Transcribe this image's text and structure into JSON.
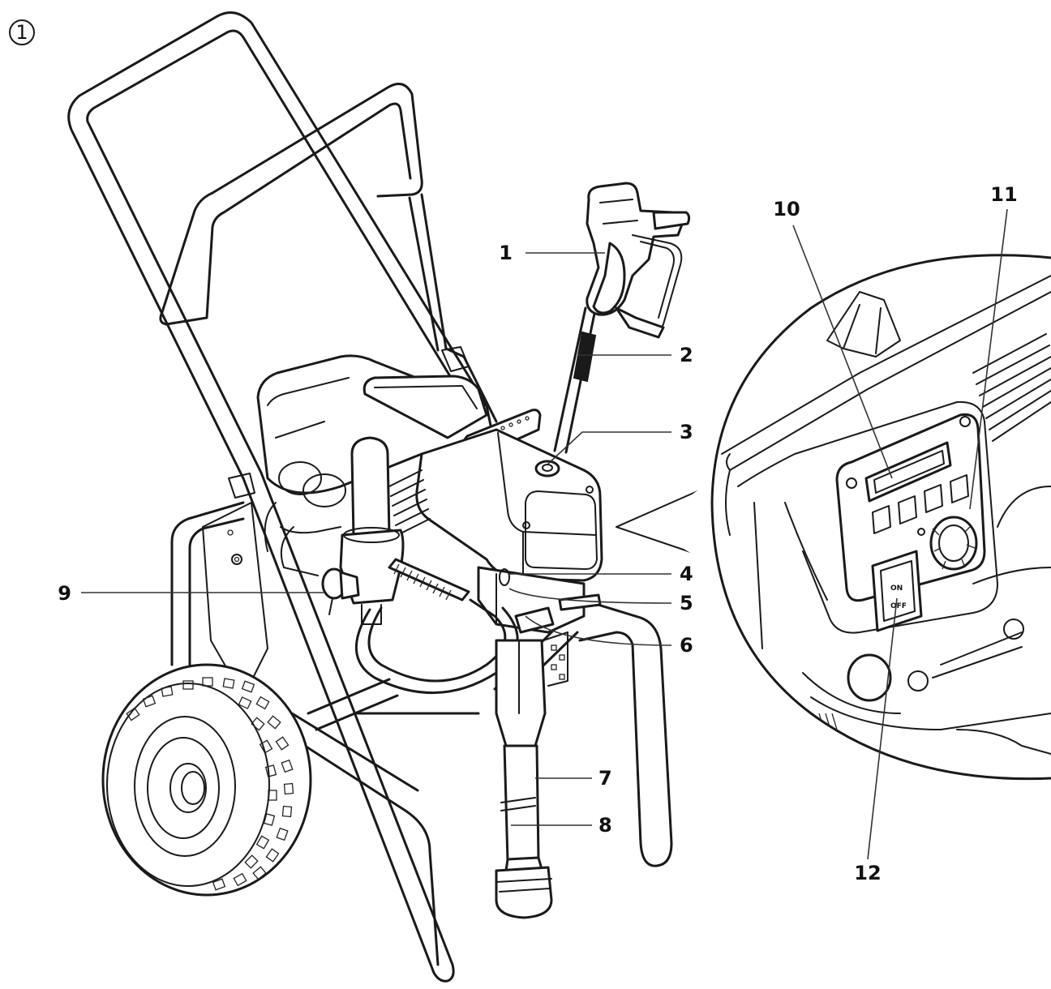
{
  "figure": {
    "number": "1"
  },
  "callouts": [
    {
      "label": "1"
    },
    {
      "label": "2"
    },
    {
      "label": "3"
    },
    {
      "label": "4"
    },
    {
      "label": "5"
    },
    {
      "label": "6"
    },
    {
      "label": "7"
    },
    {
      "label": "8"
    },
    {
      "label": "9"
    },
    {
      "label": "10"
    },
    {
      "label": "11"
    },
    {
      "label": "12"
    }
  ],
  "panel": {
    "switch_on": "ON",
    "switch_off": "OFF"
  }
}
